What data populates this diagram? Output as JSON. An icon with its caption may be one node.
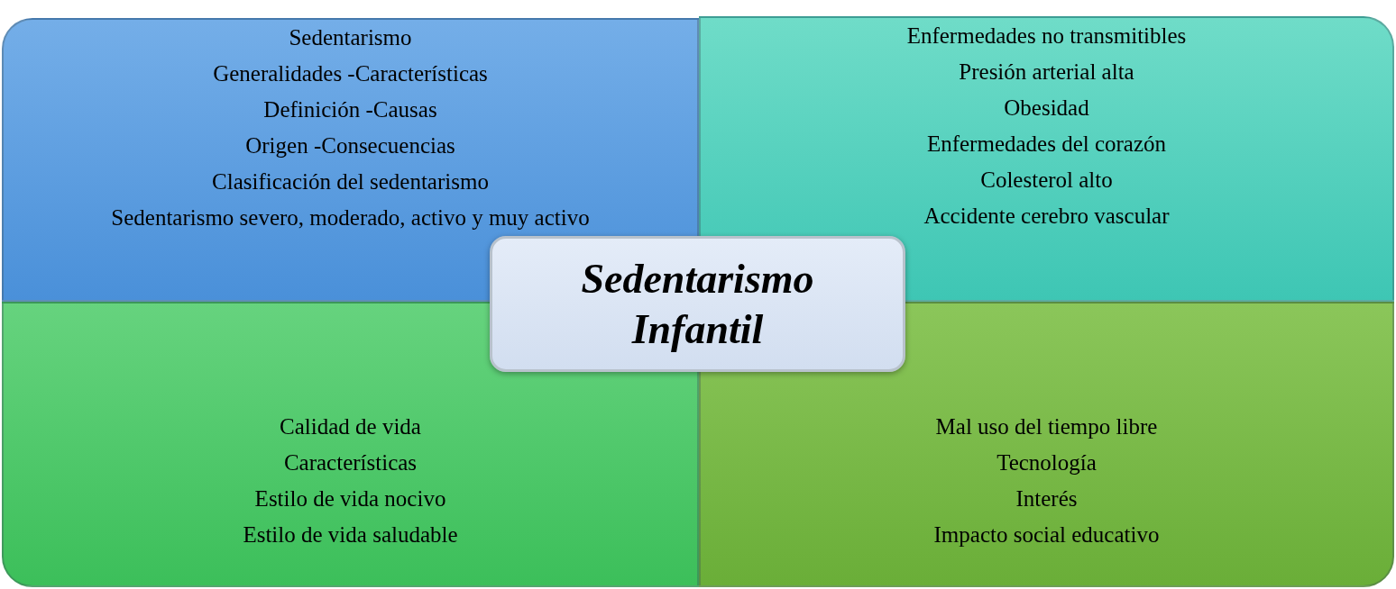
{
  "diagram": {
    "nodes": [
      {
        "text": [
          "Sedentarismo",
          "Generalidades -Características",
          "Definición -Causas",
          "Origen -Consecuencias",
          "Clasificación del sedentarismo",
          "Sedentarismo severo, moderado, activo y muy activo"
        ]
      },
      {
        "text": [
          "Enfermedades no transmitibles",
          "Presión arterial alta",
          "Obesidad",
          "Enfermedades del corazón",
          "Colesterol alto",
          "Accidente cerebro vascular"
        ]
      },
      {
        "text": [
          "Sedentarismo Infantil"
        ]
      },
      {
        "text": [
          "Calidad de vida",
          "Características",
          "Estilo de vida nocivo",
          "Estilo de vida saludable"
        ]
      },
      {
        "text": [
          "Mal uso del tiempo libre",
          "Tecnología",
          "Interés",
          "Impacto social educativo"
        ]
      }
    ]
  }
}
